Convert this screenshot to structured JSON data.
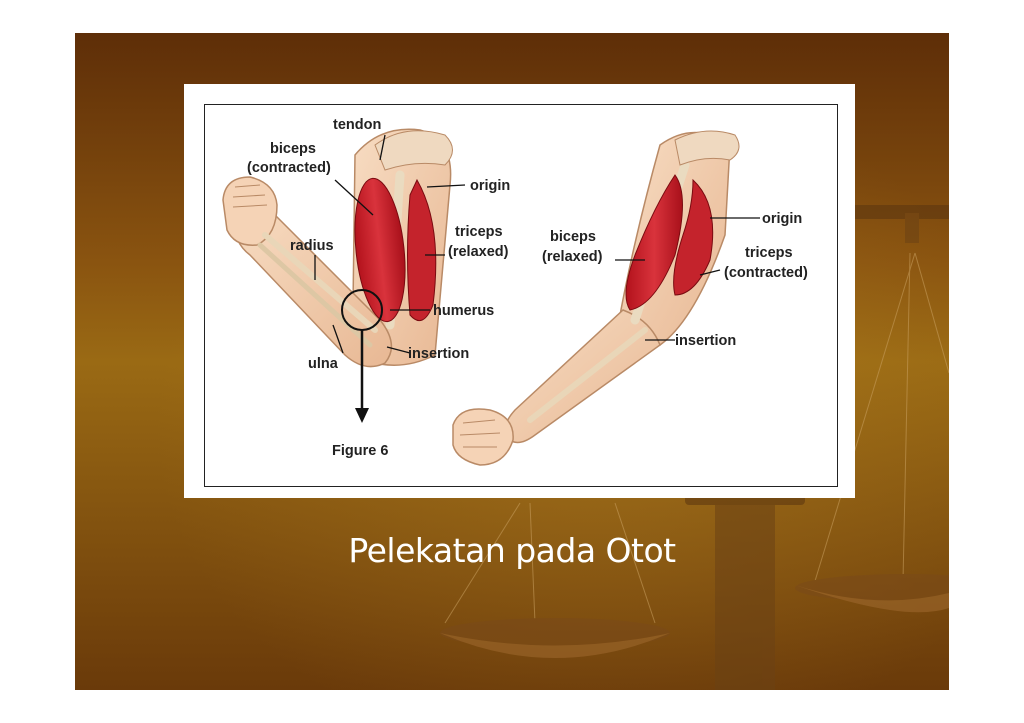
{
  "slide": {
    "caption": "Pelekatan pada Otot"
  },
  "figure": {
    "left_arm": {
      "tendon": "tendon",
      "biceps_line1": "biceps",
      "biceps_line2": "(contracted)",
      "origin": "origin",
      "triceps_line1": "triceps",
      "triceps_line2": "(relaxed)",
      "radius": "radius",
      "humerus": "humerus",
      "insertion": "insertion",
      "ulna": "ulna",
      "figure_label": "Figure 6"
    },
    "right_arm": {
      "origin": "origin",
      "biceps_line1": "biceps",
      "biceps_line2": "(relaxed)",
      "triceps_line1": "triceps",
      "triceps_line2": "(contracted)",
      "insertion": "insertion"
    }
  },
  "colors": {
    "background_dark": "#5e2e08",
    "background_light": "#9a6a14",
    "muscle": "#c8202a",
    "skin": "#f2d2b4"
  }
}
